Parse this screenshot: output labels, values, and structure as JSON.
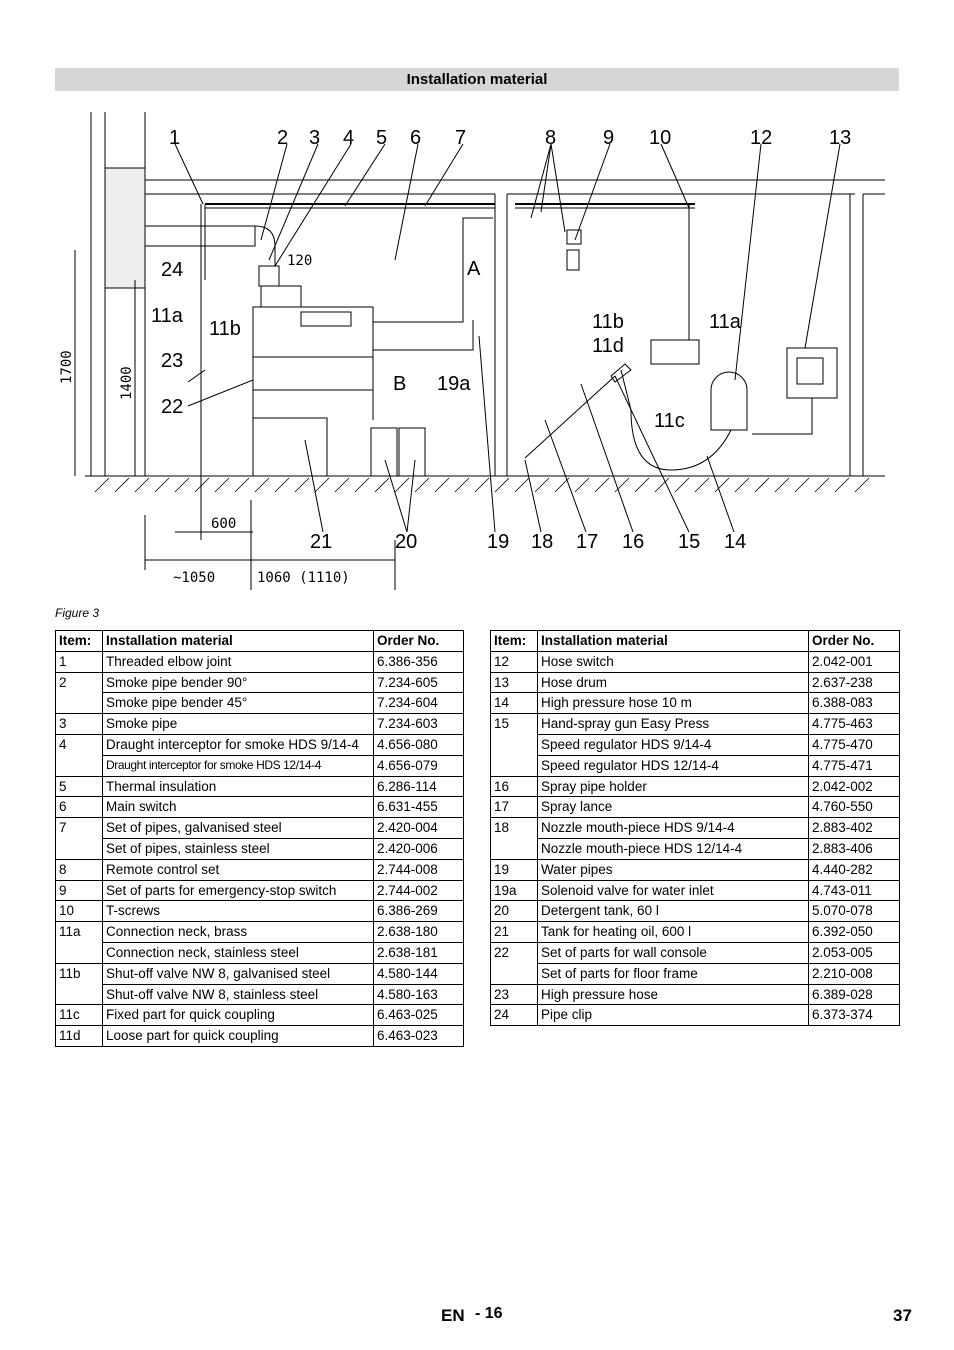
{
  "section_title": "Installation material",
  "figure": {
    "caption": "Figure 3",
    "callouts_top": [
      "1",
      "2",
      "3",
      "4",
      "5",
      "6",
      "7",
      "8",
      "9",
      "10",
      "12",
      "13"
    ],
    "callouts_bottom": [
      "21",
      "20",
      "19",
      "18",
      "17",
      "16",
      "15",
      "14"
    ],
    "callouts_left": [
      "24",
      "11a",
      "11b",
      "23",
      "22"
    ],
    "callouts_right": [
      "11b",
      "11d",
      "11a",
      "11c",
      "A",
      "B",
      "19a"
    ],
    "dimensions": [
      "120",
      "600",
      "~1050",
      "1060 (1110)",
      "1700",
      "1400"
    ]
  },
  "table_left": {
    "headers": [
      "Item:",
      "Installation material",
      "Order No."
    ],
    "rows": [
      {
        "item": "1",
        "material": "Threaded elbow joint",
        "order": "6.386-356"
      },
      {
        "item": "2",
        "material": "Smoke pipe bender 90°",
        "order": "7.234-605"
      },
      {
        "item": "",
        "material": "Smoke pipe bender 45°",
        "order": "7.234-604"
      },
      {
        "item": "3",
        "material": "Smoke pipe",
        "order": "7.234-603"
      },
      {
        "item": "4",
        "material": "Draught interceptor for smoke HDS 9/14-4",
        "order": "4.656-080"
      },
      {
        "item": "",
        "material": "Draught interceptor for smoke HDS 12/14-4",
        "order": "4.656-079"
      },
      {
        "item": "5",
        "material": "Thermal insulation",
        "order": "6.286-114"
      },
      {
        "item": "6",
        "material": "Main switch",
        "order": "6.631-455"
      },
      {
        "item": "7",
        "material": "Set of pipes, galvanised steel",
        "order": "2.420-004"
      },
      {
        "item": "",
        "material": "Set of pipes, stainless steel",
        "order": "2.420-006"
      },
      {
        "item": "8",
        "material": "Remote control set",
        "order": "2.744-008"
      },
      {
        "item": "9",
        "material": "Set of parts for emergency-stop switch",
        "order": "2.744-002"
      },
      {
        "item": "10",
        "material": "T-screws",
        "order": "6.386-269"
      },
      {
        "item": "11a",
        "material": "Connection neck, brass",
        "order": "2.638-180"
      },
      {
        "item": "",
        "material": "Connection neck, stainless steel",
        "order": "2.638-181"
      },
      {
        "item": "11b",
        "material": "Shut-off valve NW 8, galvanised steel",
        "order": "4.580-144"
      },
      {
        "item": "",
        "material": "Shut-off valve NW 8, stainless steel",
        "order": "4.580-163"
      },
      {
        "item": "11c",
        "material": "Fixed part for quick coupling",
        "order": "6.463-025"
      },
      {
        "item": "11d",
        "material": "Loose part for quick coupling",
        "order": "6.463-023"
      }
    ]
  },
  "table_right": {
    "headers": [
      "Item:",
      "Installation material",
      "Order No."
    ],
    "rows": [
      {
        "item": "12",
        "material": "Hose switch",
        "order": "2.042-001"
      },
      {
        "item": "13",
        "material": "Hose drum",
        "order": "2.637-238"
      },
      {
        "item": "14",
        "material": "High pressure hose 10 m",
        "order": "6.388-083"
      },
      {
        "item": "15",
        "material": "Hand-spray gun Easy Press",
        "order": "4.775-463"
      },
      {
        "item": "",
        "material": "Speed regulator HDS 9/14-4",
        "order": "4.775-470"
      },
      {
        "item": "",
        "material": "Speed regulator HDS 12/14-4",
        "order": "4.775-471"
      },
      {
        "item": "16",
        "material": "Spray pipe holder",
        "order": "2.042-002"
      },
      {
        "item": "17",
        "material": "Spray lance",
        "order": "4.760-550"
      },
      {
        "item": "18",
        "material": "Nozzle mouth-piece HDS 9/14-4",
        "order": "2.883-402"
      },
      {
        "item": "",
        "material": "Nozzle mouth-piece HDS 12/14-4",
        "order": "2.883-406"
      },
      {
        "item": "19",
        "material": "Water pipes",
        "order": "4.440-282"
      },
      {
        "item": "19a",
        "material": "Solenoid valve for water inlet",
        "order": "4.743-011"
      },
      {
        "item": "20",
        "material": "Detergent tank, 60 l",
        "order": "5.070-078"
      },
      {
        "item": "21",
        "material": "Tank for heating oil, 600 l",
        "order": "6.392-050"
      },
      {
        "item": "22",
        "material": "Set of parts for wall console",
        "order": "2.053-005"
      },
      {
        "item": "",
        "material": "Set of parts for floor frame",
        "order": "2.210-008"
      },
      {
        "item": "23",
        "material": "High pressure hose",
        "order": "6.389-028"
      },
      {
        "item": "24",
        "material": "Pipe clip",
        "order": "6.373-374"
      }
    ]
  },
  "footer": {
    "language": "EN",
    "page_sub": "- 16",
    "page_number": "37"
  }
}
